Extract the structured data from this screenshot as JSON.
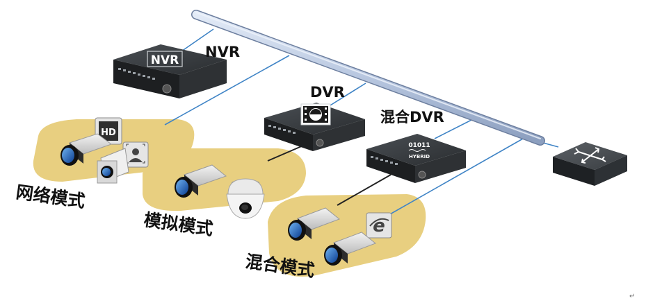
{
  "devices": {
    "nvr": {
      "label": "NVR",
      "face_text": "NVR"
    },
    "dvr": {
      "label": "DVR"
    },
    "hybrid_dvr": {
      "label": "混合DVR",
      "face_line1": "01011",
      "face_line2": "HYBRID"
    }
  },
  "zones": {
    "network": {
      "label": "网络模式"
    },
    "analog": {
      "label": "模拟模式"
    },
    "hybrid": {
      "label": "混合模式"
    }
  },
  "badges": {
    "hd": "HD",
    "ie": "e"
  },
  "trailing_mark": "↵",
  "colors": {
    "zone_fill": "#e8cf80",
    "network_line": "#3f84c6",
    "analog_line": "#222222",
    "backbone": "#b7c6df",
    "device_body": "#222527"
  }
}
